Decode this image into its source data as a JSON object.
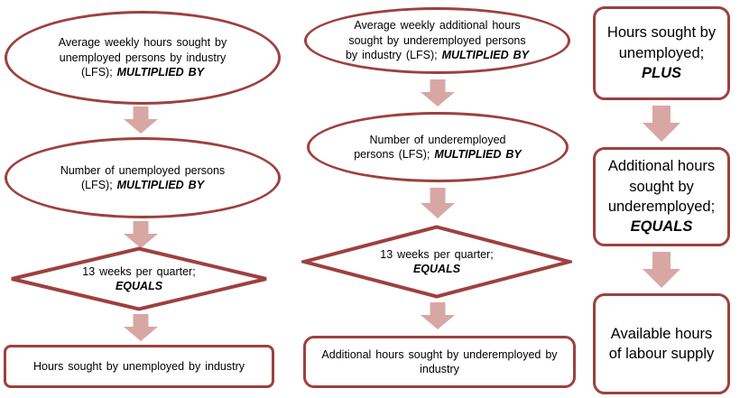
{
  "colors": {
    "shape-border": "#9D413F",
    "arrow-fill": "#D8A7A4",
    "text": "#000000",
    "background": "#FFFFFF"
  },
  "columns": [
    {
      "name": "unemployed",
      "steps": [
        {
          "shape": "ellipse",
          "lines": [
            {
              "plain": "Average weekly hours sought by",
              "em": ""
            },
            {
              "plain": "unemployed persons by industry",
              "em": ""
            },
            {
              "plain": "(LFS); ",
              "em": "MULTIPLIED BY"
            }
          ]
        },
        {
          "shape": "ellipse",
          "lines": [
            {
              "plain": "Number of unemployed persons",
              "em": ""
            },
            {
              "plain": "(LFS); ",
              "em": "MULTIPLIED BY"
            }
          ]
        },
        {
          "shape": "diamond",
          "lines": [
            {
              "plain": "13 weeks per quarter;",
              "em": ""
            },
            {
              "plain": "",
              "em": "EQUALS"
            }
          ]
        },
        {
          "shape": "rect",
          "lines": [
            {
              "plain": "Hours sought by unemployed by industry",
              "em": ""
            }
          ]
        }
      ]
    },
    {
      "name": "underemployed",
      "steps": [
        {
          "shape": "ellipse",
          "lines": [
            {
              "plain": "Average weekly additional hours",
              "em": ""
            },
            {
              "plain": "sought by underemployed persons",
              "em": ""
            },
            {
              "plain": "by industry (LFS); ",
              "em": "MULTIPLIED BY"
            }
          ]
        },
        {
          "shape": "ellipse",
          "lines": [
            {
              "plain": "Number of underemployed",
              "em": ""
            },
            {
              "plain": "persons (LFS); ",
              "em": "MULTIPLIED BY"
            }
          ]
        },
        {
          "shape": "diamond",
          "lines": [
            {
              "plain": "13 weeks per quarter;",
              "em": ""
            },
            {
              "plain": "",
              "em": "EQUALS"
            }
          ]
        },
        {
          "shape": "rect",
          "lines": [
            {
              "plain": "Additional hours sought by underemployed by",
              "em": ""
            },
            {
              "plain": "industry",
              "em": ""
            }
          ]
        }
      ]
    },
    {
      "name": "totals",
      "steps": [
        {
          "shape": "roundrect",
          "lines": [
            {
              "plain": "Hours sought by",
              "em": ""
            },
            {
              "plain": "unemployed;",
              "em": ""
            },
            {
              "plain": "",
              "em": "PLUS"
            }
          ]
        },
        {
          "shape": "roundrect",
          "lines": [
            {
              "plain": "Additional hours",
              "em": ""
            },
            {
              "plain": "sought by",
              "em": ""
            },
            {
              "plain": "underemployed;",
              "em": ""
            },
            {
              "plain": "",
              "em": "EQUALS"
            }
          ]
        },
        {
          "shape": "roundrect",
          "lines": [
            {
              "plain": "Available hours",
              "em": ""
            },
            {
              "plain": "of labour supply",
              "em": ""
            }
          ]
        }
      ]
    }
  ]
}
